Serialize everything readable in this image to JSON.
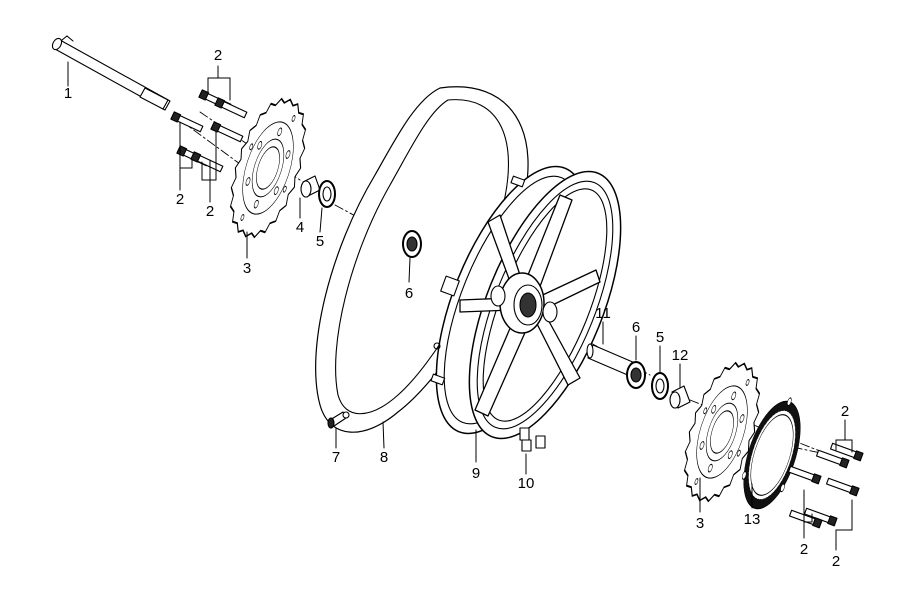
{
  "diagram": {
    "callouts": {
      "c1": "1",
      "c2a": "2",
      "c2b": "2",
      "c2c": "2",
      "c2d": "2",
      "c2e": "2",
      "c2f": "2",
      "c3a": "3",
      "c3b": "3",
      "c4": "4",
      "c5a": "5",
      "c5b": "5",
      "c6a": "6",
      "c6b": "6",
      "c7": "7",
      "c8": "8",
      "c9": "9",
      "c10": "10",
      "c11": "11",
      "c12": "12",
      "c13": "13"
    }
  }
}
